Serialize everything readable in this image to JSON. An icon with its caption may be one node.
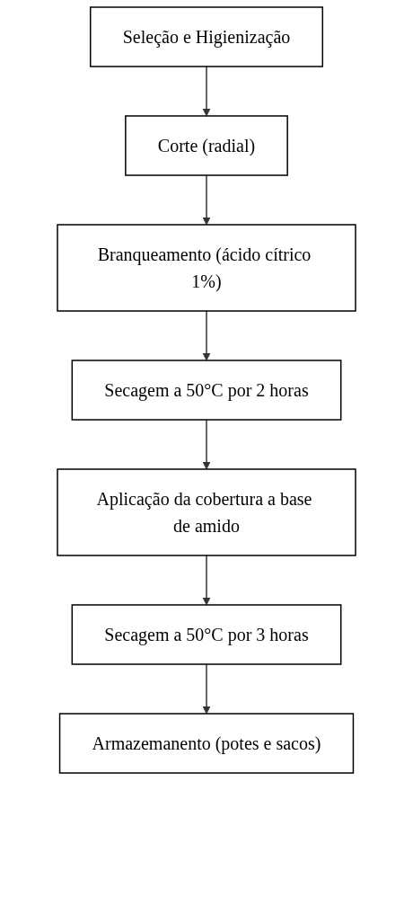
{
  "diagram": {
    "nodes": [
      {
        "text": [
          "Seleção e Higienização"
        ]
      },
      {
        "text": [
          "Corte (radial)"
        ]
      },
      {
        "text": [
          "Branqueamento (ácido cítrico 1%)"
        ]
      },
      {
        "text": [
          "Secagem a 50°C por 2 horas"
        ]
      },
      {
        "text": [
          "Aplicação da cobertura a base de amido"
        ]
      },
      {
        "text": [
          "Secagem a 50°C por 3 horas"
        ]
      },
      {
        "text": [
          "Armazemanento (potes e sacos)"
        ]
      }
    ],
    "edges": [
      {
        "from": 0,
        "to": 1,
        "arrow": "to"
      },
      {
        "from": 1,
        "to": 2,
        "arrow": "to"
      },
      {
        "from": 2,
        "to": 3,
        "arrow": "to"
      },
      {
        "from": 3,
        "to": 4,
        "arrow": "to"
      },
      {
        "from": 4,
        "to": 5,
        "arrow": "to"
      },
      {
        "from": 5,
        "to": 6,
        "arrow": "to"
      }
    ]
  }
}
